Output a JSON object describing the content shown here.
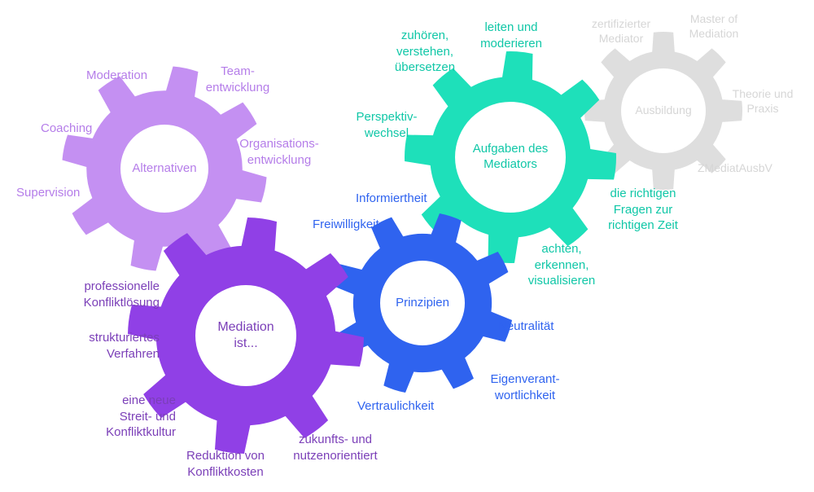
{
  "colors": {
    "alternativen": "#c490f2",
    "mediation": "#9040e6",
    "prinzipien": "#2f63ef",
    "aufgaben": "#1ee0ba",
    "ausbildung": "#dedede",
    "alternativen_text": "#b57de9",
    "mediation_text": "#7b3fb8",
    "prinzipien_text": "#2f63ef",
    "aufgaben_text": "#10c7a7",
    "ausbildung_text": "#d6d6d6"
  },
  "gears": {
    "alternativen": {
      "label": "Alternativen"
    },
    "mediation": {
      "label": "Mediation\nist..."
    },
    "prinzipien": {
      "label": "Prinzipien"
    },
    "aufgaben": {
      "label": "Aufgaben des\nMediators"
    },
    "ausbildung": {
      "label": "Ausbildung"
    }
  },
  "labels": {
    "alternativen": {
      "moderation": "Moderation",
      "teamentwicklung": "Team-\nentwicklung",
      "coaching": "Coaching",
      "organisationsentwicklung": "Organisations-\nentwicklung",
      "supervision": "Supervision"
    },
    "mediation": {
      "professionelle": "professionelle\nKonfliktlösung",
      "strukturiertes": "strukturiertes\nVerfahren",
      "streitkultur": "eine neue\nStreit- und\nKonfliktkultur",
      "reduktion": "Reduktion von\nKonfliktkosten",
      "zukunft": "zukunfts- und\nnutzenorientiert"
    },
    "prinzipien": {
      "informiertheit": "Informiertheit",
      "freiwilligkeit": "Freiwilligkeit",
      "neutralitaet": "Neutralität",
      "eigenverantwortlichkeit": "Eigenverant-\nwortlichkeit",
      "vertraulichkeit": "Vertraulichkeit"
    },
    "aufgaben": {
      "zuhoeren": "zuhören,\nverstehen,\nübersetzen",
      "leiten": "leiten und\nmoderieren",
      "perspektiv": "Perspektiv-\nwechsel",
      "fragen": "die richtigen\nFragen zur\nrichtigen Zeit",
      "achten": "achten,\nerkennen,\nvisualisieren"
    },
    "ausbildung": {
      "zertifiziert": "zertifizierter\nMediator",
      "master": "Master of\nMediation",
      "theorie": "Theorie und\nPraxis",
      "zmediat": "ZMediatAusbV"
    }
  }
}
